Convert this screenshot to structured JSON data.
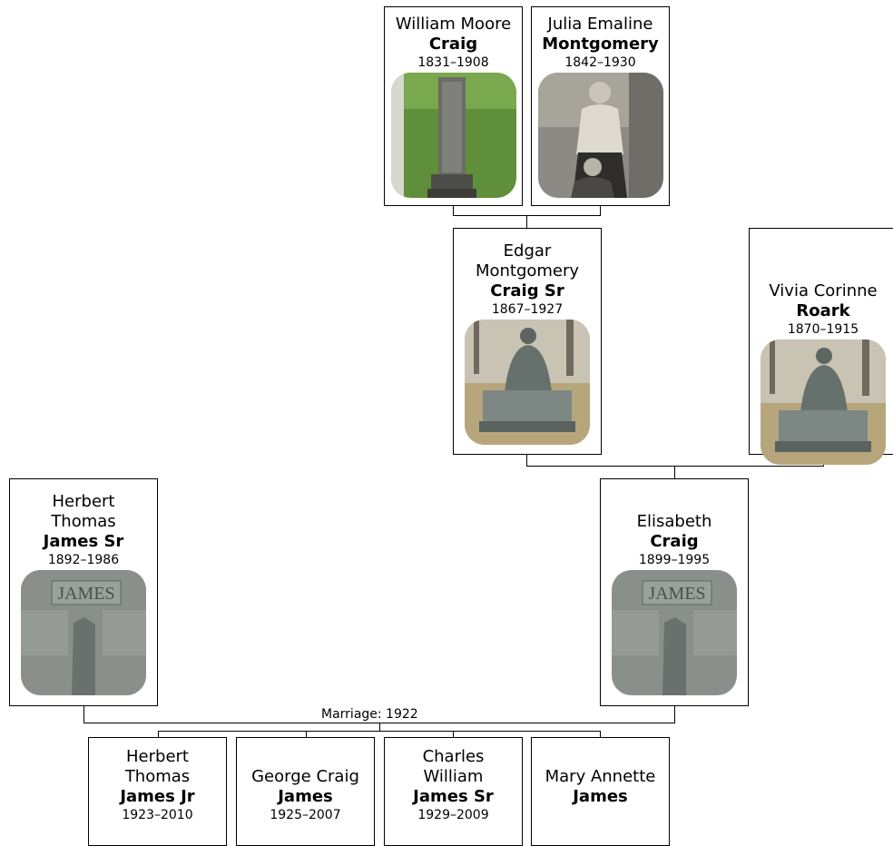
{
  "people": {
    "william": {
      "given": "William Moore",
      "surname": "Craig",
      "dates": "1831–1908"
    },
    "julia": {
      "given": "Julia Emaline",
      "surname": "Montgomery",
      "dates": "1842–1930"
    },
    "edgar": {
      "given1": "Edgar",
      "given2": "Montgomery",
      "surname": "Craig Sr",
      "dates": "1867–1927"
    },
    "vivia": {
      "given": "Vivia Corinne",
      "surname": "Roark",
      "dates": "1870–1915"
    },
    "herbert_sr": {
      "given1": "Herbert",
      "given2": "Thomas",
      "surname": "James Sr",
      "dates": "1892–1986"
    },
    "elisabeth": {
      "given": "Elisabeth",
      "surname": "Craig",
      "dates": "1899–1995"
    },
    "herbert_jr": {
      "given1": "Herbert",
      "given2": "Thomas",
      "surname": "James Jr",
      "dates": "1923–2010"
    },
    "george": {
      "given": "George Craig",
      "surname": "James",
      "dates": "1925–2007"
    },
    "charles": {
      "given1": "Charles",
      "given2": "William",
      "surname": "James Sr",
      "dates": "1929–2009"
    },
    "mary": {
      "given": "Mary Annette",
      "surname": "James"
    }
  },
  "marriage_label": "Marriage: 1922",
  "headstone_text": "JAMES"
}
